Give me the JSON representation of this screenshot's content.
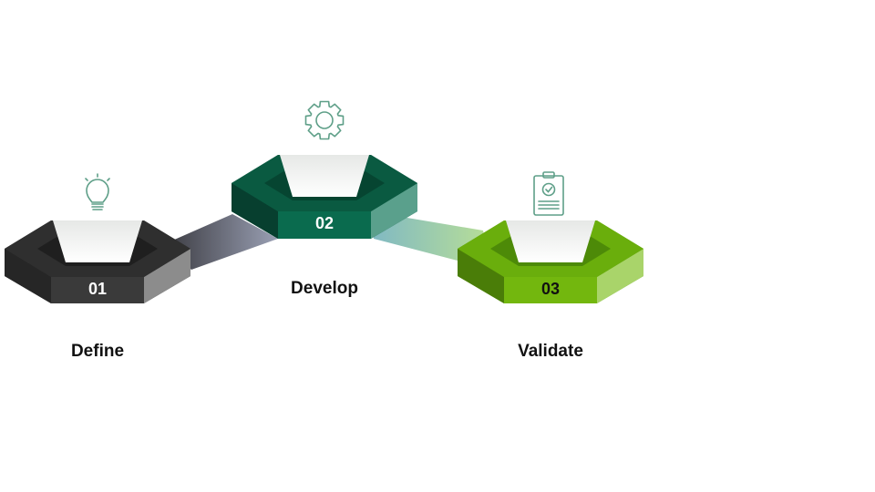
{
  "steps": [
    {
      "number": "01",
      "label": "Define",
      "icon": "lightbulb-icon"
    },
    {
      "number": "02",
      "label": "Develop",
      "icon": "gear-icon"
    },
    {
      "number": "03",
      "label": "Validate",
      "icon": "clipboard-check-icon"
    }
  ],
  "colors": {
    "step1": "#333333",
    "step2": "#0a6b4e",
    "step3": "#6aae0c",
    "icon_stroke": "#5e9f88",
    "text": "#111111"
  }
}
